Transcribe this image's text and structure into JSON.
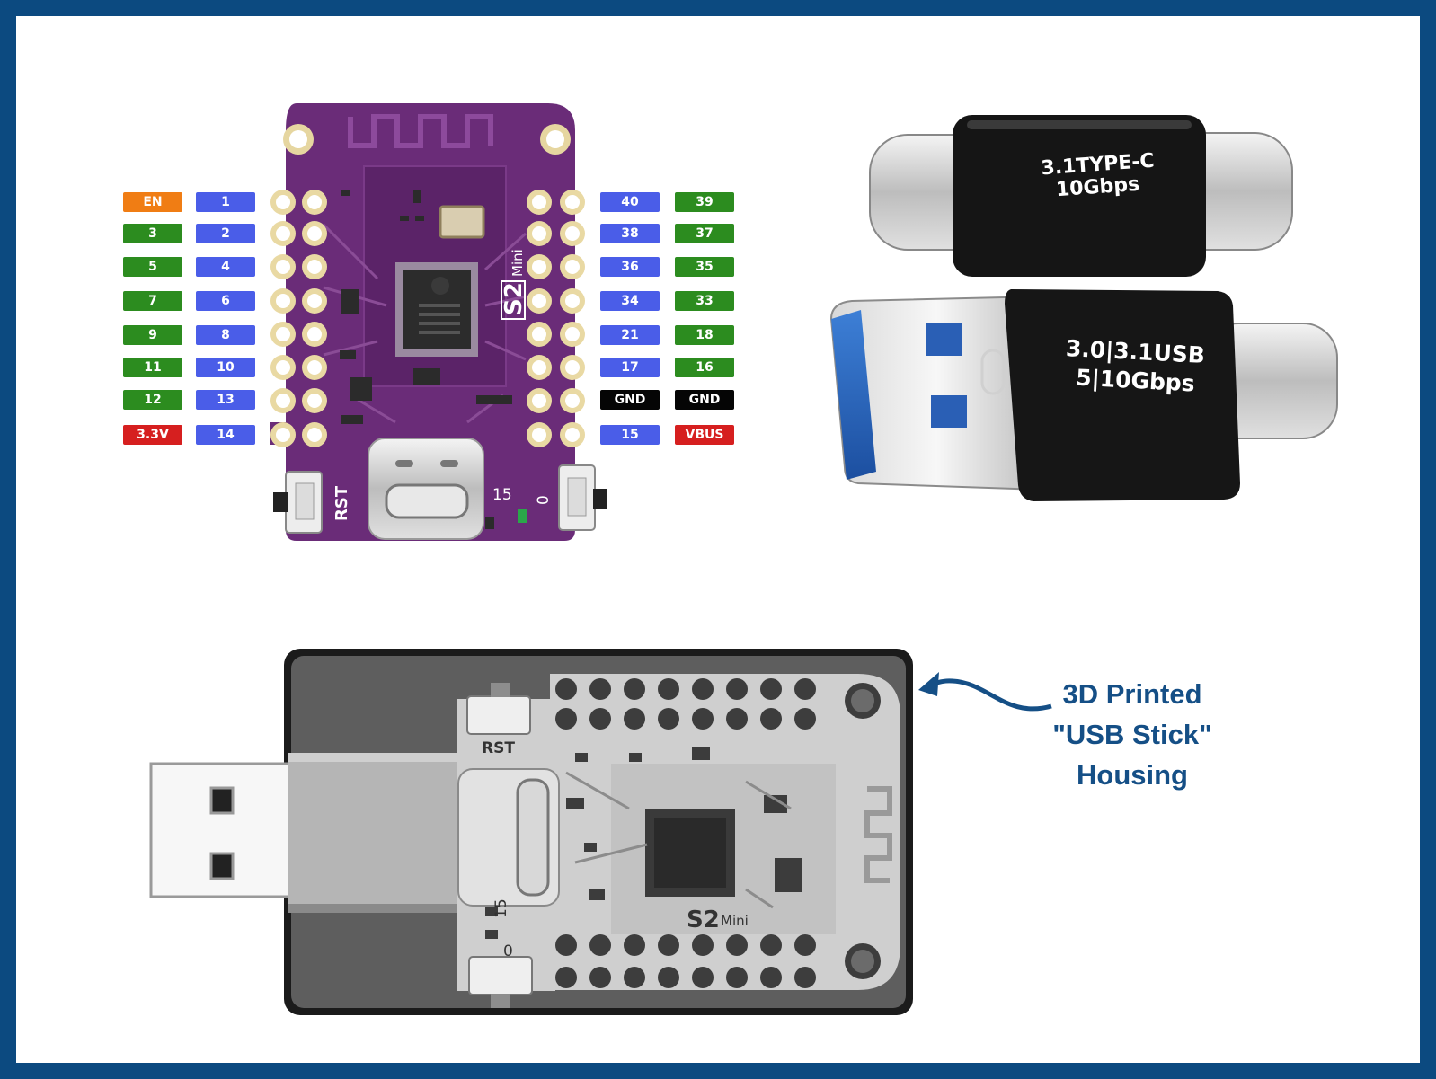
{
  "pin_labels": {
    "left_outer": [
      "EN",
      "3",
      "5",
      "7",
      "9",
      "11",
      "12",
      "3.3V"
    ],
    "left_inner": [
      "1",
      "2",
      "4",
      "6",
      "8",
      "10",
      "13",
      "14"
    ],
    "right_inner": [
      "40",
      "38",
      "36",
      "34",
      "21",
      "17",
      "GND",
      "15"
    ],
    "right_outer": [
      "39",
      "37",
      "35",
      "33",
      "18",
      "16",
      "GND",
      "VBUS"
    ]
  },
  "board_silkscreen": {
    "model": "S2",
    "model_suffix": "Mini",
    "reset_label": "RST",
    "pin15_label": "15",
    "button0_label": "0"
  },
  "adapters": {
    "typec_label_line1": "3.1TYPE-C",
    "typec_label_line2": "10Gbps",
    "usba_label_line1": "3.0|3.1USB",
    "usba_label_line2": "5|10Gbps"
  },
  "housing_caption": {
    "line1": "3D Printed",
    "line2": "\"USB Stick\"",
    "line3": "Housing"
  },
  "colors": {
    "frame": "#0c4a80",
    "board_purple": "#6a2c78",
    "label_blue": "#4a5de8",
    "label_green": "#2c8c1f",
    "label_orange": "#f07d14",
    "label_red": "#d61f1f",
    "caption": "#154f86"
  }
}
